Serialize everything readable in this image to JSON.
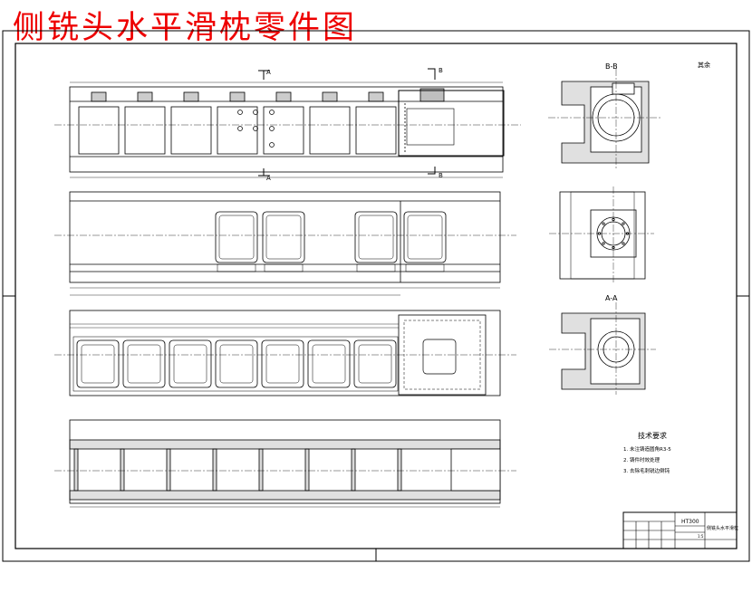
{
  "title": "侧铣头水平滑枕零件图",
  "labels": {
    "section_a_top": "A",
    "section_a_bottom": "A",
    "section_b_top": "B",
    "section_b_bottom": "B",
    "view_b_b": "B-B",
    "view_a_a": "A-A",
    "roughness_note": "其余"
  },
  "tech": {
    "heading": "技术要求",
    "items": [
      "1. 未注铸造圆角R3-5",
      "2. 铸件时效处理",
      "3. 去除毛刺锐边倒钝"
    ]
  },
  "titleblock": {
    "material": "HT300",
    "part_name": "侧铣头水平滑枕",
    "scale": "1:5"
  }
}
